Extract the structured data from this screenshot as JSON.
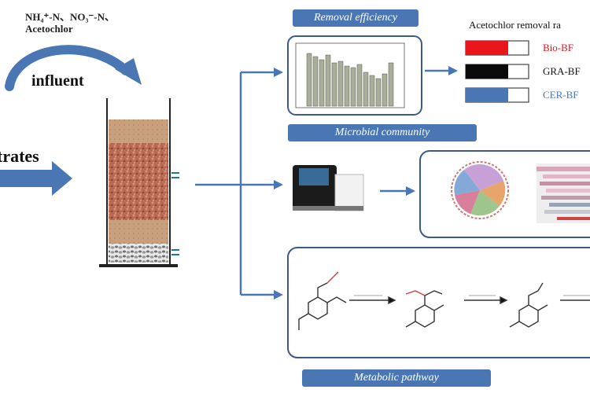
{
  "inputs": {
    "line1": "NH₄⁺-N、NO₃⁻-N、",
    "line2": "Acetochlor",
    "influent": "influent",
    "substrates_fragment": "trates"
  },
  "panels": {
    "removal_efficiency": "Removal efficiency",
    "microbial_community": "Microbial community",
    "metabolic_pathway": "Metabolic pathway"
  },
  "legend": {
    "title": "Acetochlor removal ra",
    "items": [
      {
        "label": "Bio-BF",
        "color": "#e8151b",
        "text_color": "#e8151b"
      },
      {
        "label": "GRA-BF",
        "color": "#0a0a0a",
        "text_color": "#111111"
      },
      {
        "label": "CER-BF",
        "color": "#4a77b4",
        "text_color": "#4a77b4"
      }
    ]
  },
  "colors": {
    "arrow": "#4a77b4",
    "panel_border": "#3c5a88",
    "label_bg": "#4a77b4",
    "media": "#b0604d"
  }
}
